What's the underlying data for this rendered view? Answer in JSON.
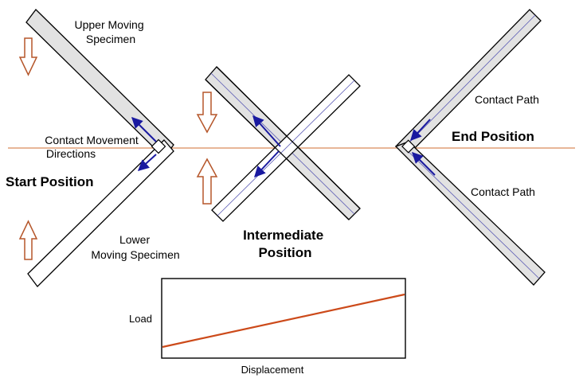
{
  "labels": {
    "upper_specimen_line1": "Upper Moving",
    "upper_specimen_line2": "Specimen",
    "contact_movement_line1": "Contact Movement",
    "contact_movement_line2": "Directions",
    "start_position": "Start Position",
    "lower_specimen_line1": "Lower",
    "lower_specimen_line2": "Moving Specimen",
    "intermediate_line1": "Intermediate",
    "intermediate_line2": "Position",
    "end_position": "End Position",
    "contact_path_upper": "Contact Path",
    "contact_path_lower": "Contact Path"
  },
  "graph": {
    "ylabel": "Load",
    "xlabel": "Displacement"
  },
  "colors": {
    "outline": "#000000",
    "specimen_fill": "#e2e2e2",
    "arrow_outline": "#b5562a",
    "baseline": "#d98a5a",
    "contact_arrow": "#1a1aa0",
    "load_line": "#cc4a1a"
  }
}
